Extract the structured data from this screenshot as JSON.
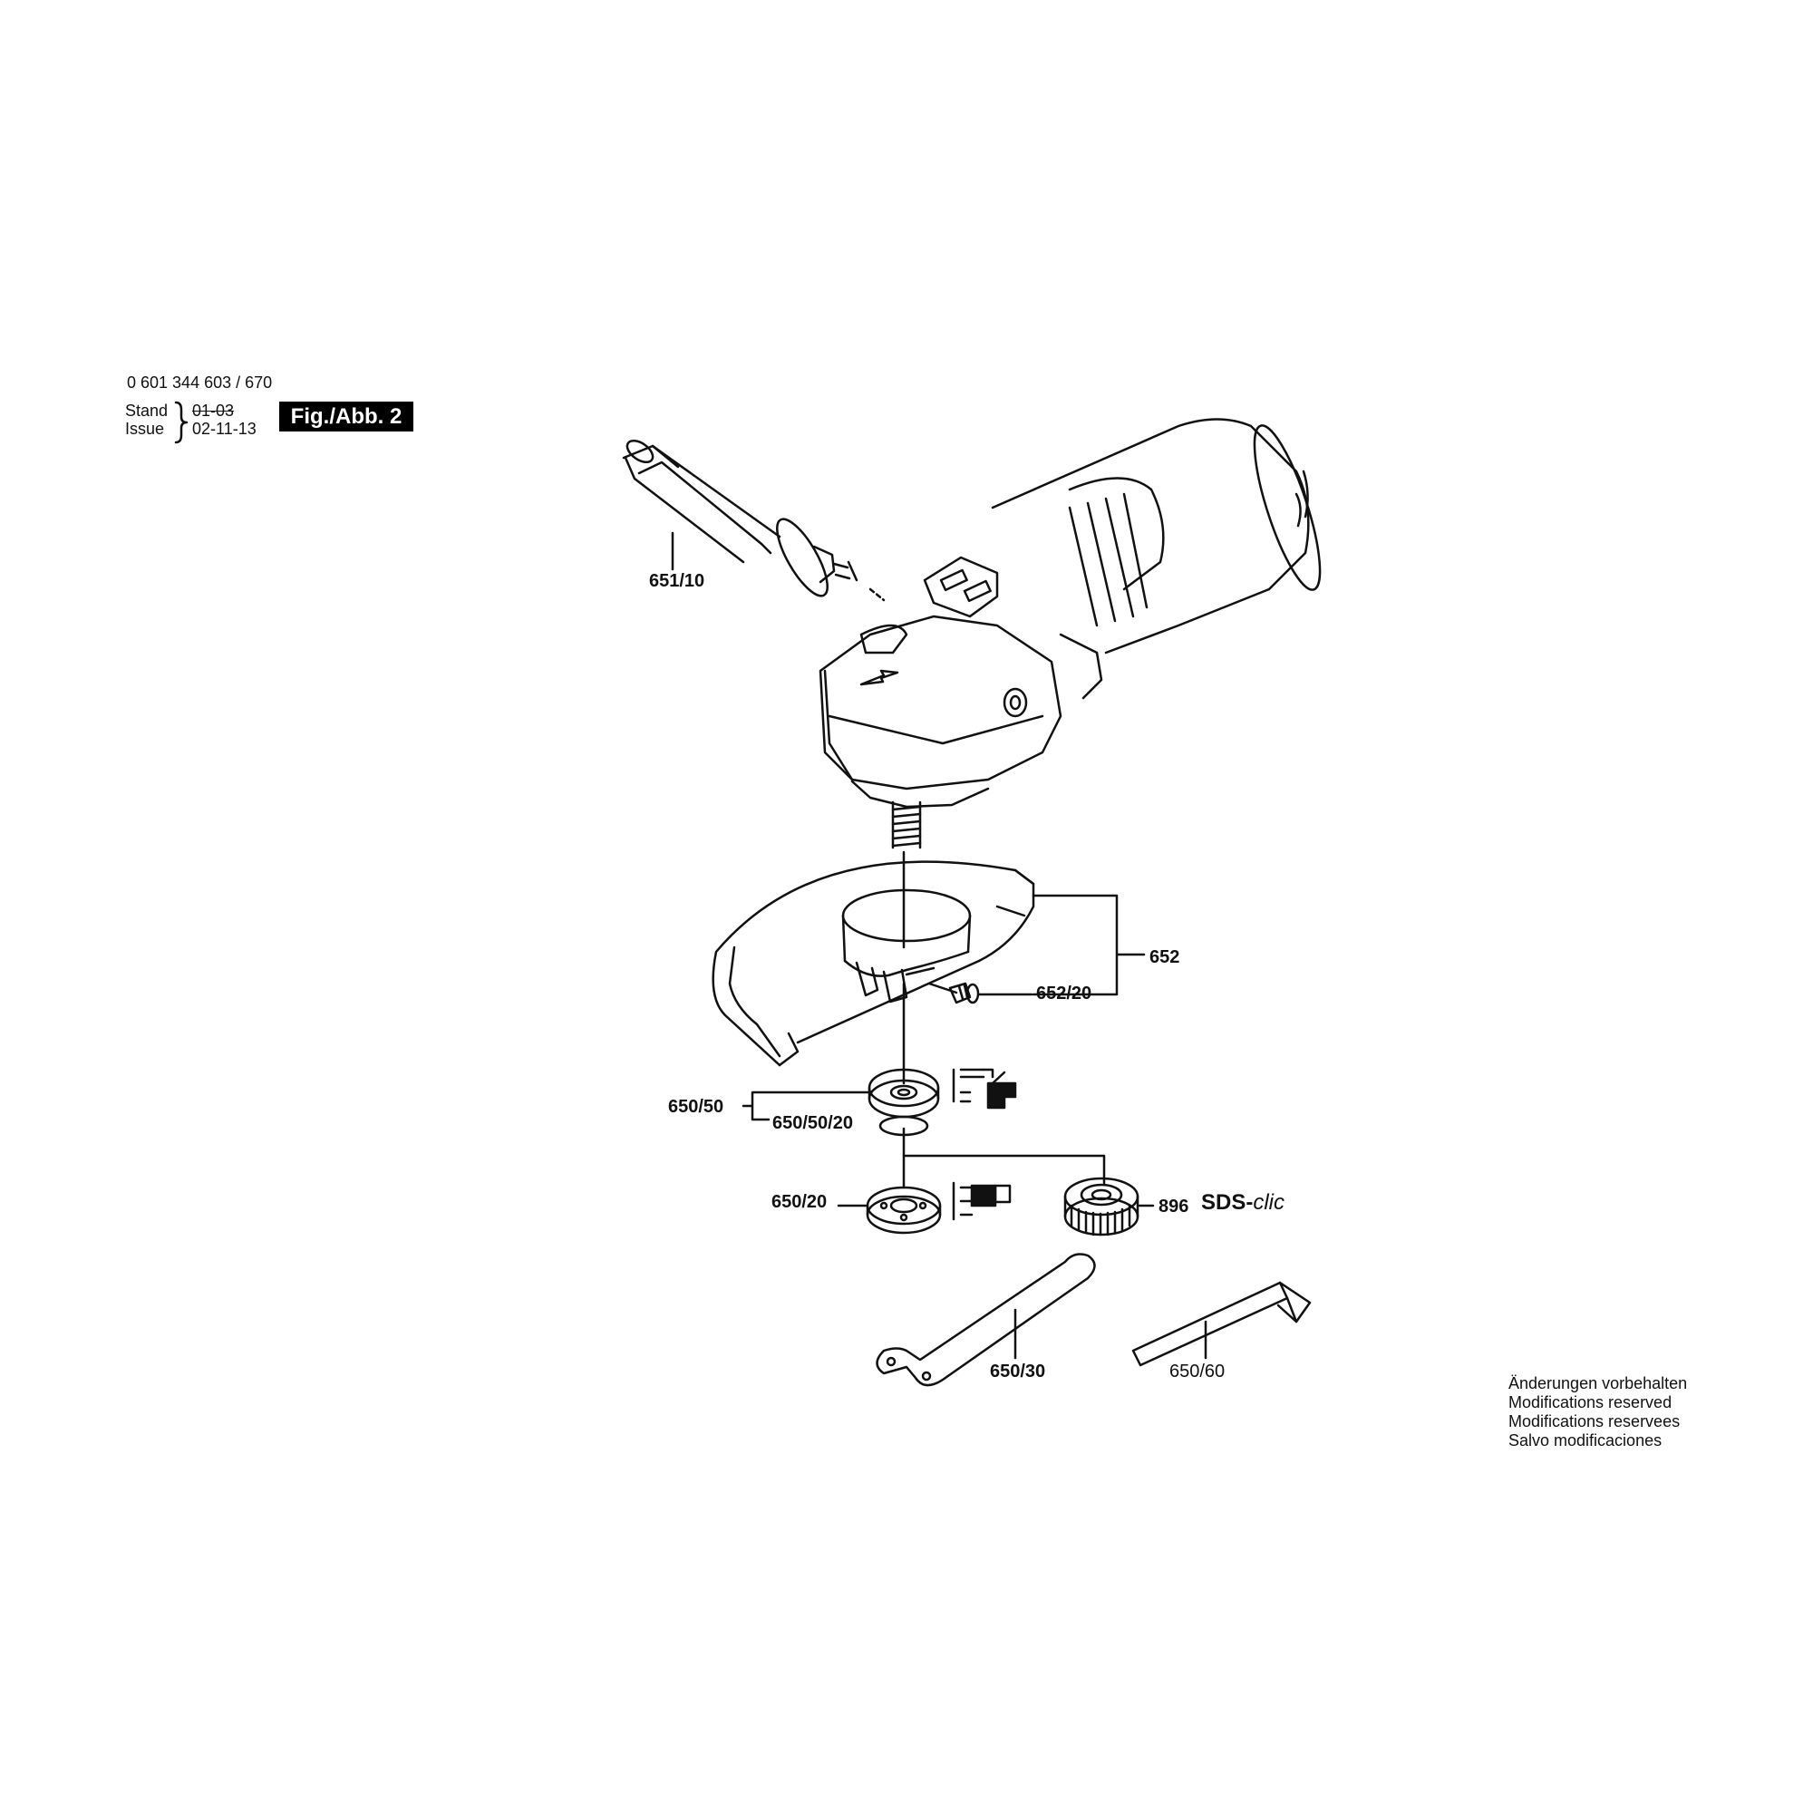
{
  "header": {
    "part_number": "0 601 344 603 / 670",
    "stand_label": "Stand",
    "issue_label": "Issue",
    "stand_value": "01-03",
    "issue_value": "02-11-13",
    "figure_label": "Fig./Abb. 2"
  },
  "callouts": {
    "c651_10": "651/10",
    "c652": "652",
    "c652_20": "652/20",
    "c650_50": "650/50",
    "c650_50_20": "650/50/20",
    "c650_20": "650/20",
    "c896": "896",
    "c650_30": "650/30",
    "c650_60": "650/60"
  },
  "sds": {
    "prefix": "SDS-",
    "clic": "clic"
  },
  "notice": {
    "line1": "Änderungen vorbehalten",
    "line2": "Modifications reserved",
    "line3": "Modifications reservees",
    "line4": "Salvo modificaciones"
  }
}
